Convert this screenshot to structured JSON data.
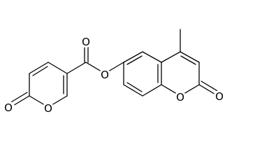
{
  "molecule": {
    "atom_labels": {
      "carbonyl_o_pyranone": "O",
      "ring_o_pyranone": "O",
      "ester_carbonyl_o": "O",
      "ester_o": "O",
      "ring_o_coumarin": "O",
      "carbonyl_o_coumarin": "O"
    },
    "colors": {
      "bond": "#000000",
      "label": "#000000",
      "background": "#ffffff"
    }
  }
}
